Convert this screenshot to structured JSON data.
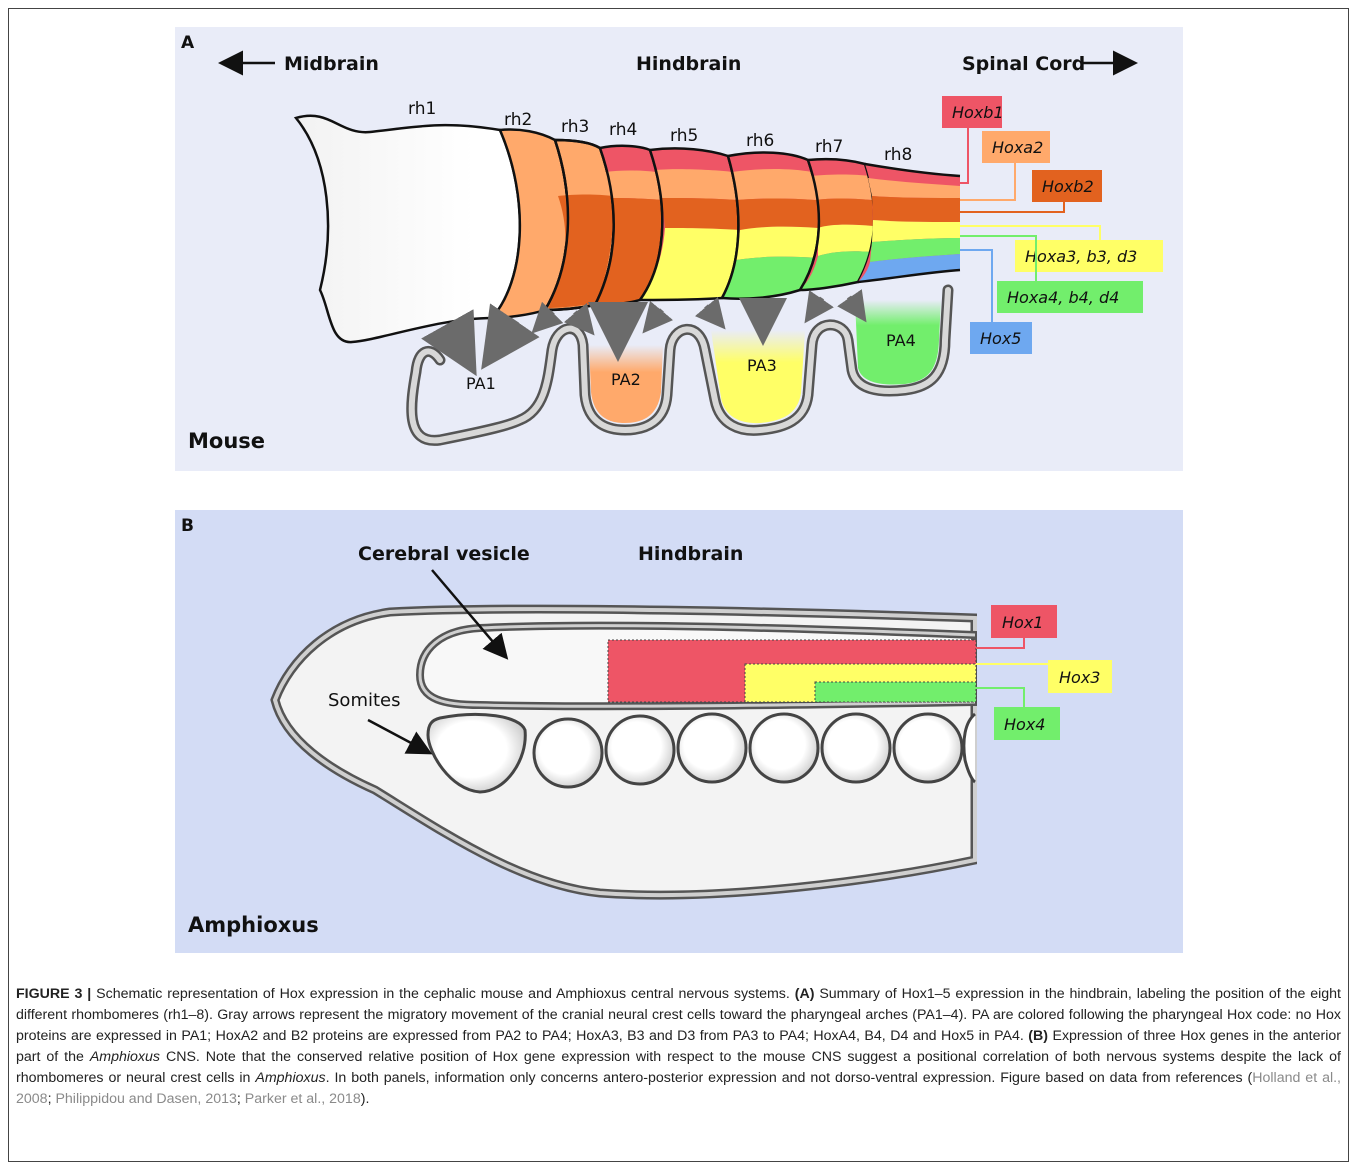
{
  "panel_a": {
    "letter": "A",
    "left_label": "Midbrain",
    "center_label": "Hindbrain",
    "right_label": "Spinal Cord",
    "species": "Mouse",
    "rhombomeres": [
      "rh1",
      "rh2",
      "rh3",
      "rh4",
      "rh5",
      "rh6",
      "rh7",
      "rh8"
    ],
    "arches": [
      "PA1",
      "PA2",
      "PA3",
      "PA4"
    ],
    "genes": [
      {
        "label": "Hoxb1",
        "color": "#ee5566"
      },
      {
        "label": "Hoxa2",
        "color": "#ffa96b"
      },
      {
        "label": "Hoxb2",
        "color": "#e2621f"
      },
      {
        "label": "Hoxa3, b3, d3",
        "color": "#ffff66"
      },
      {
        "label": "Hoxa4, b4, d4",
        "color": "#72ee6c"
      },
      {
        "label": "Hox5",
        "color": "#6ea8f0"
      }
    ],
    "background": "#e9ecf8"
  },
  "panel_b": {
    "letter": "B",
    "label_cerebral": "Cerebral vesicle",
    "label_hindbrain": "Hindbrain",
    "label_somites": "Somites",
    "species": "Amphioxus",
    "genes": [
      {
        "label": "Hox1",
        "color": "#ee5566"
      },
      {
        "label": "Hox3",
        "color": "#ffff66"
      },
      {
        "label": "Hox4",
        "color": "#72ee6c"
      }
    ],
    "background": "#d3dcf5"
  },
  "caption": {
    "fig": "FIGURE 3 |",
    "t1": " Schematic representation of Hox expression in the cephalic mouse and Amphioxus central nervous systems. ",
    "a": "(A)",
    "t2": " Summary of Hox1–5 expression in the hindbrain, labeling the position of the eight different rhombomeres (rh1–8). Gray arrows represent the migratory movement of the cranial neural crest cells toward the pharyngeal arches (PA1–4). PA are colored following the pharyngeal Hox code: no Hox proteins are expressed in PA1; HoxA2 and B2 proteins are expressed from PA2 to PA4; HoxA3, B3 and D3 from PA3 to PA4; HoxA4, B4, D4 and Hox5 in PA4. ",
    "b": "(B)",
    "t3": " Expression of three Hox genes in the anterior part of the ",
    "amph1": "Amphioxus",
    "t4": " CNS. Note that the conserved relative position of Hox gene expression with respect to the mouse CNS suggest a positional correlation of both nervous systems despite the lack of rhombomeres or neural crest cells in ",
    "amph2": "Amphioxus",
    "t5": ". In both panels, information only concerns antero-posterior expression and not dorso-ventral expression. Figure based on data from references (",
    "ref1": "Holland et al., 2008",
    "sep1": "; ",
    "ref2": "Philippidou and Dasen, 2013",
    "sep2": "; ",
    "ref3": "Parker et al., 2018",
    "t6": ")."
  }
}
